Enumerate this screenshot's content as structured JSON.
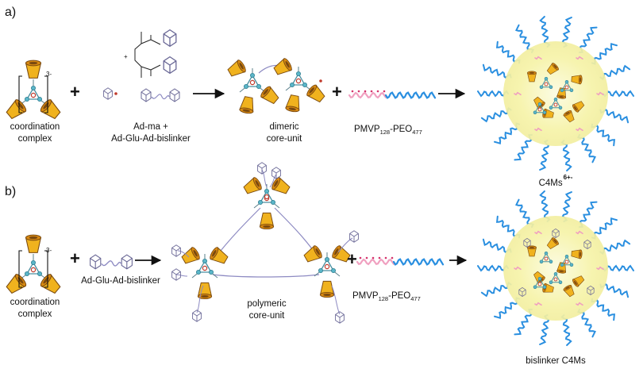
{
  "row_a": {
    "panel_label": "a)",
    "coord": {
      "line1": "coordination",
      "line2": "complex",
      "charge": "3-"
    },
    "plus": "+",
    "admix": {
      "line1": "Ad-ma +",
      "line2": "Ad-Glu-Ad-bislinker",
      "chem_charge": "+"
    },
    "dimer": {
      "line1": "dimeric",
      "line2": "core-unit"
    },
    "polymer": {
      "prefix": "PMVP",
      "n1": "128",
      "mid": "-PEO",
      "n2": "477"
    },
    "product": {
      "name": "C4Ms",
      "charge": "6+-"
    }
  },
  "row_b": {
    "panel_label": "b)",
    "coord": {
      "line1": "coordination",
      "line2": "complex",
      "charge": "3-"
    },
    "plus": "+",
    "linker": "Ad-Glu-Ad-bislinker",
    "polycore": {
      "line1": "polymeric",
      "line2": "core-unit"
    },
    "polymer": {
      "prefix": "PMVP",
      "n1": "128",
      "mid": "-PEO",
      "n2": "477"
    },
    "product": "bislinker C4Ms"
  },
  "colors": {
    "cup": "#f0b21e",
    "cup_dark": "#7a4a10",
    "core": "#5bb6c9",
    "linker": "#8d8ac2",
    "pmvp": "#f0a0c0",
    "peo": "#2a8fe0",
    "micelle": "#f6f3a8"
  }
}
